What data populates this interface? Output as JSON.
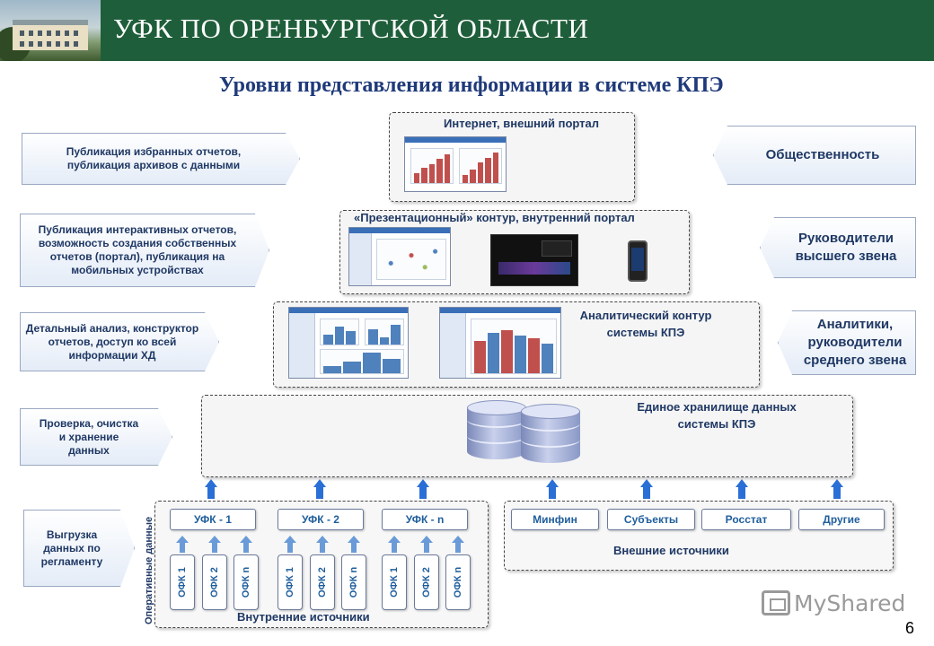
{
  "header": {
    "title": "УФК ПО ОРЕНБУРГСКОЙ ОБЛАСТИ"
  },
  "title": "Уровни представления информации в системе КПЭ",
  "left_arrows": [
    "Публикация избранных отчетов, публикация архивов с данными",
    "Публикация интерактивных отчетов, возможность создания собственных отчетов (портал), публикация на мобильных устройствах",
    "Детальный анализ, конструктор отчетов, доступ ко всей информации ХД",
    "Проверка, очистка и хранение данных",
    "Выгрузка данных по регламенту"
  ],
  "right_arrows": [
    "Общественность",
    "Руководители высшего звена",
    "Аналитики, руководители среднего звена"
  ],
  "levels": {
    "internet": "Интернет, внешний портал",
    "presentation": "«Презентационный» контур, внутренний портал",
    "analytic": "Аналитический контур системы КПЭ",
    "storage": "Единое хранилище данных системы КПЭ"
  },
  "internal": {
    "label": "Внутренние источники",
    "side_label": "Оперативные данные",
    "groups": [
      {
        "name": "УФК - 1",
        "items": [
          "ОФК 1",
          "ОФК 2",
          "ОФК n"
        ]
      },
      {
        "name": "УФК - 2",
        "items": [
          "ОФК 1",
          "ОФК 2",
          "ОФК n"
        ]
      },
      {
        "name": "УФК - n",
        "items": [
          "ОФК 1",
          "ОФК 2",
          "ОФК n"
        ]
      }
    ]
  },
  "external": {
    "label": "Внешние источники",
    "items": [
      "Минфин",
      "Субъекты",
      "Росстат",
      "Другие"
    ]
  },
  "logo": {
    "text": "MyShared"
  },
  "page_number": "6"
}
